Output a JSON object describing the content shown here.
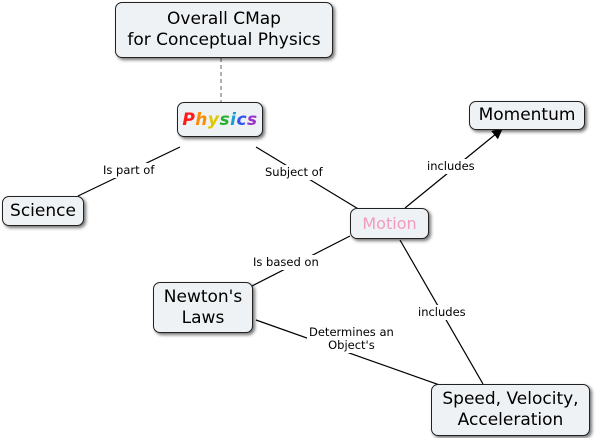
{
  "nodes": {
    "overall_line1": "Overall CMap",
    "overall_line2": "for Conceptual Physics",
    "physics": "Physics",
    "momentum": "Momentum",
    "science": "Science",
    "motion": "Motion",
    "newtons_line1": "Newton's",
    "newtons_line2": "Laws",
    "speed_line1": "Speed, Velocity,",
    "speed_line2": "Acceleration"
  },
  "links": {
    "is_part_of": "Is part of",
    "subject_of": "Subject of",
    "includes_momentum": "includes",
    "is_based_on": "Is based on",
    "includes_speed": "includes",
    "determines_line1": "Determines an",
    "determines_line2": "Object's"
  },
  "colors": {
    "node_fill": "#eef2f4",
    "motion_text": "#f29bc0",
    "physics_letters": [
      "#ff1a1a",
      "#ff8c00",
      "#e0c800",
      "#27b030",
      "#1a9ad6",
      "#3355ee",
      "#9933cc"
    ]
  }
}
